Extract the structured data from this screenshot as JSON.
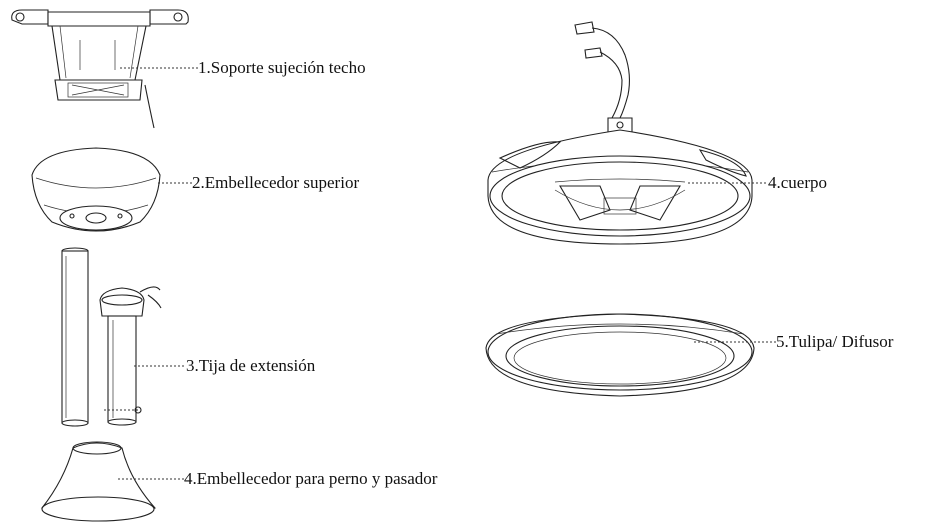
{
  "labels": {
    "part1": "1.Soporte sujeción techo",
    "part2": "2.Embellecedor superior",
    "part3": "3.Tija de extensión",
    "part4a": "4.Embellecedor para perno y pasador",
    "part4b": "4.cuerpo",
    "part5": "5.Tulipa/ Difusor"
  }
}
